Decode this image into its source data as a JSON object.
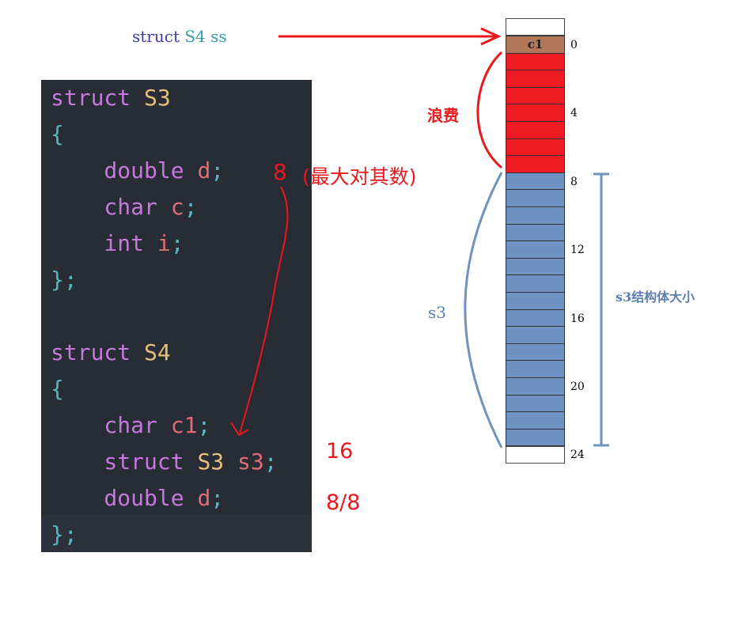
{
  "code": {
    "lines": [
      [
        {
          "t": "struct ",
          "c": "kw"
        },
        {
          "t": "S3",
          "c": "ty"
        }
      ],
      [
        {
          "t": "{",
          "c": "pn"
        }
      ],
      [
        {
          "t": "    double ",
          "c": "kw"
        },
        {
          "t": "d",
          "c": "vr"
        },
        {
          "t": ";",
          "c": "pn"
        }
      ],
      [
        {
          "t": "    char ",
          "c": "kw"
        },
        {
          "t": "c",
          "c": "vr"
        },
        {
          "t": ";",
          "c": "pn"
        }
      ],
      [
        {
          "t": "    int ",
          "c": "kw"
        },
        {
          "t": "i",
          "c": "vr"
        },
        {
          "t": ";",
          "c": "pn"
        }
      ],
      [
        {
          "t": "};",
          "c": "pn"
        }
      ],
      [],
      [
        {
          "t": "struct ",
          "c": "kw"
        },
        {
          "t": "S4",
          "c": "ty"
        }
      ],
      [
        {
          "t": "{",
          "c": "pn"
        }
      ],
      [
        {
          "t": "    char ",
          "c": "kw"
        },
        {
          "t": "c1",
          "c": "vr"
        },
        {
          "t": ";",
          "c": "pn"
        }
      ],
      [
        {
          "t": "    struct ",
          "c": "kw"
        },
        {
          "t": "S3 ",
          "c": "ty"
        },
        {
          "t": "s3",
          "c": "vr"
        },
        {
          "t": ";",
          "c": "pn"
        }
      ],
      [
        {
          "t": "    double ",
          "c": "kw"
        },
        {
          "t": "d",
          "c": "vr"
        },
        {
          "t": ";",
          "c": "pn"
        }
      ],
      [
        {
          "t": "};",
          "c": "pn"
        }
      ]
    ]
  },
  "annotations": {
    "max_align": "8",
    "max_align_note": "(最大对其数)",
    "s3_size": "16",
    "d_align": "8/8"
  },
  "memory": {
    "pointer_label_kw": "struct ",
    "pointer_label_type": "S4",
    "pointer_label_var": " ss",
    "c1_label": "c1",
    "waste_label": "浪费",
    "s3_label": "s3",
    "s3_size_label": "s3结构体大小",
    "offsets": [
      "0",
      "4",
      "8",
      "12",
      "16",
      "20",
      "24"
    ],
    "cells": [
      "brown",
      "red",
      "red",
      "red",
      "red",
      "red",
      "red",
      "red",
      "blue",
      "blue",
      "blue",
      "blue",
      "blue",
      "blue",
      "blue",
      "blue",
      "blue",
      "blue",
      "blue",
      "blue",
      "blue",
      "blue",
      "blue",
      "blue"
    ]
  },
  "colors": {
    "brown": "#b2775a",
    "red": "#ef1c24",
    "blue": "#6f92c2",
    "annotation_red": "#e8181c",
    "label_blue": "#5b7fb0",
    "text_blue": "#3d3fa8",
    "text_teal": "#3a9aa6",
    "bracket_blue": "#6f93bd"
  }
}
